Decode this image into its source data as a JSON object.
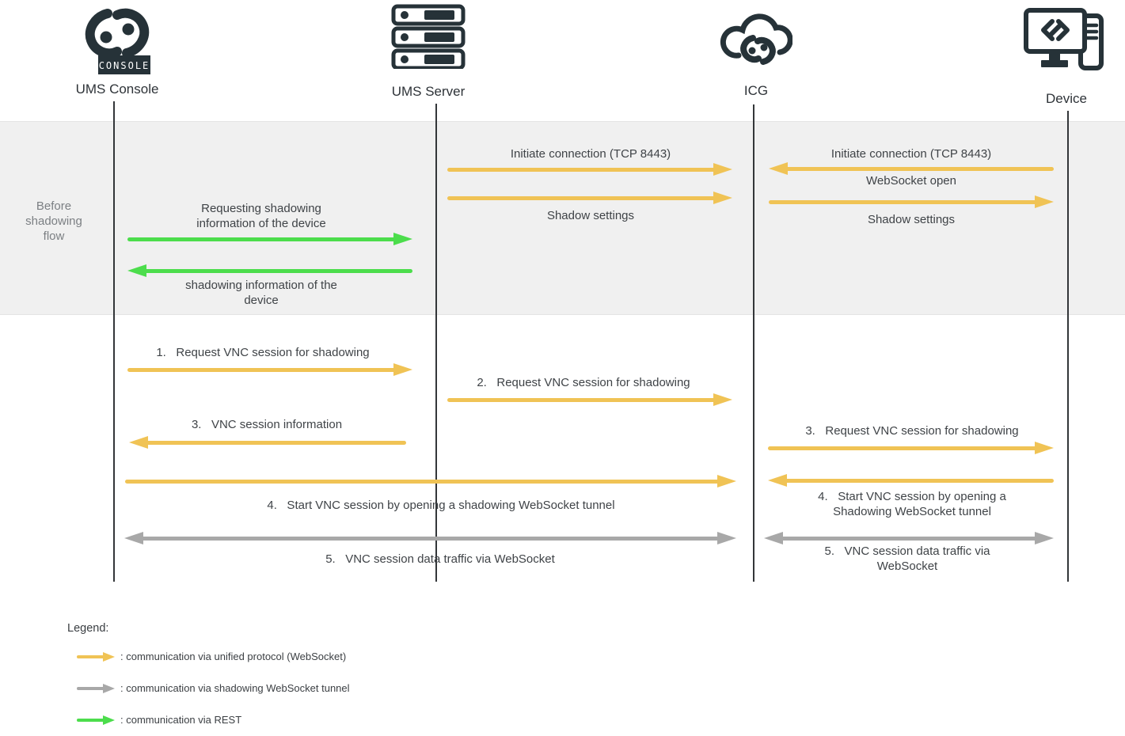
{
  "diagram": {
    "actors": [
      {
        "id": "console",
        "name": "UMS Console",
        "icon": "console-logo-icon"
      },
      {
        "id": "server",
        "name": "UMS Server",
        "icon": "server-rack-icon"
      },
      {
        "id": "icg",
        "name": "ICG",
        "icon": "cloud-link-icon"
      },
      {
        "id": "device",
        "name": "Device",
        "icon": "device-monitor-icon"
      }
    ],
    "phase_label": "Before\nshadowing\nflow",
    "messages": [
      {
        "id": "b1",
        "from": "UMS Server",
        "to": "ICG",
        "direction": "right",
        "protocol": "unified_websocket",
        "label_above": "Initiate connection (TCP 8443)"
      },
      {
        "id": "b2",
        "from": "UMS Server",
        "to": "ICG",
        "direction": "right",
        "protocol": "unified_websocket",
        "label_below": "Shadow settings"
      },
      {
        "id": "b3",
        "from": "Device",
        "to": "ICG",
        "direction": "left",
        "protocol": "unified_websocket",
        "label_above": "Initiate connection (TCP 8443)",
        "label_below": "WebSocket open"
      },
      {
        "id": "b4",
        "from": "ICG",
        "to": "Device",
        "direction": "right",
        "protocol": "unified_websocket",
        "label_below": "Shadow settings"
      },
      {
        "id": "g1",
        "from": "UMS Console",
        "to": "UMS Server",
        "direction": "right",
        "protocol": "rest",
        "label_above": "Requesting shadowing\ninformation of the device"
      },
      {
        "id": "g2",
        "from": "UMS Server",
        "to": "UMS Console",
        "direction": "left",
        "protocol": "rest",
        "label_below": "shadowing information of the\ndevice"
      },
      {
        "id": "s1",
        "from": "UMS Console",
        "to": "UMS Server",
        "direction": "right",
        "protocol": "unified_websocket",
        "label_above": "1.   Request VNC session for shadowing"
      },
      {
        "id": "s2",
        "from": "UMS Server",
        "to": "ICG",
        "direction": "right",
        "protocol": "unified_websocket",
        "label_above": "2.   Request VNC session for shadowing"
      },
      {
        "id": "s3",
        "from": "UMS Server",
        "to": "UMS Console",
        "direction": "left",
        "protocol": "unified_websocket",
        "label_above": "3.   VNC session information"
      },
      {
        "id": "s3d",
        "from": "ICG",
        "to": "Device",
        "direction": "right",
        "protocol": "unified_websocket",
        "label_above": "3.   Request VNC session for shadowing"
      },
      {
        "id": "s4",
        "from": "UMS Console",
        "to": "ICG",
        "direction": "right",
        "protocol": "unified_websocket",
        "label_below": "4.   Start VNC session by opening a shadowing WebSocket tunnel"
      },
      {
        "id": "s4d",
        "from": "Device",
        "to": "ICG",
        "direction": "left",
        "protocol": "unified_websocket",
        "label_below": "4.   Start VNC session by opening a\nShadowing WebSocket tunnel"
      },
      {
        "id": "s5",
        "from": "UMS Console",
        "to": "ICG",
        "direction": "both",
        "protocol": "shadow_tunnel",
        "label_below": "5.   VNC session data traffic via WebSocket"
      },
      {
        "id": "s5d",
        "from": "ICG",
        "to": "Device",
        "direction": "both",
        "protocol": "shadow_tunnel",
        "label_below": "5.   VNC session data traffic via\nWebSocket"
      }
    ]
  },
  "legend": {
    "title": "Legend:",
    "items": [
      {
        "protocol": "unified_websocket",
        "label": ": communication via unified protocol (WebSocket)"
      },
      {
        "protocol": "shadow_tunnel",
        "label": ": communication via shadowing WebSocket tunnel"
      },
      {
        "protocol": "rest",
        "label": ": communication via REST"
      }
    ]
  },
  "colors": {
    "unified_websocket": "#F0C355",
    "shadow_tunnel": "#A8A8A8",
    "rest": "#4CDD4C",
    "icon_ink": "#263238",
    "band_background": "#F0F0F0",
    "message_text": "#3F4347",
    "phase_text": "#7B7F83"
  }
}
